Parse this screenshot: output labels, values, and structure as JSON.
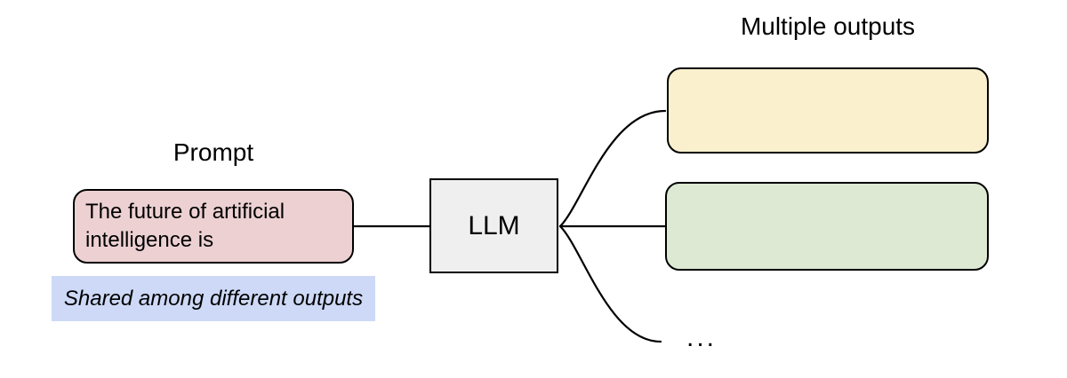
{
  "diagram": {
    "prompt": {
      "label": "Prompt",
      "box_text": "The future of artificial intelligence is",
      "note": "Shared among different outputs"
    },
    "llm": {
      "label": "LLM"
    },
    "outputs": {
      "label": "Multiple outputs",
      "ellipsis": "..."
    },
    "colors": {
      "background": "#ffffff",
      "stroke": "#000000",
      "prompt_box_fill": "#ecd0d2",
      "note_highlight_fill": "#cdd9f6",
      "llm_box_fill": "#efefef",
      "output_box_yellow_fill": "#faf0cd",
      "output_box_green_fill": "#dde9d3"
    }
  }
}
